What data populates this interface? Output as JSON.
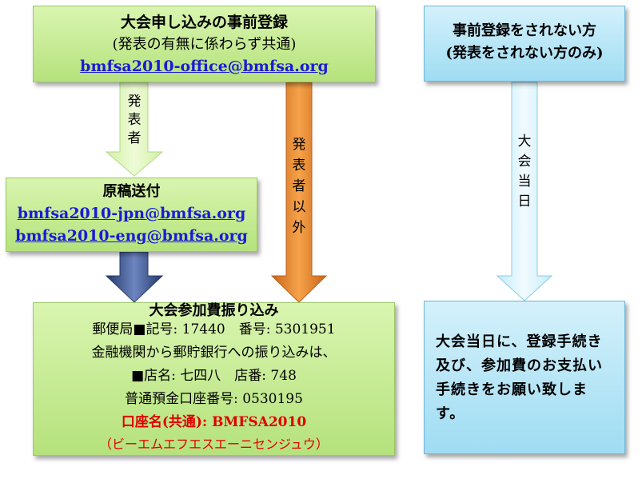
{
  "registration": {
    "title": "大会申し込みの事前登録",
    "subtitle": "(発表の有無に係わらず共通)",
    "email": "bmfsa2010-office@bmfsa.org"
  },
  "manuscript": {
    "title": "原稿送付",
    "email_jpn": "bmfsa2010-jpn@bmfsa.org",
    "email_eng": "bmfsa2010-eng@bmfsa.org"
  },
  "fee": {
    "title": "大会参加費振り込み",
    "line1": "郵便局■記号: 17440　番号: 5301951",
    "line2": "金融機関から郵貯銀行への振り込みは、",
    "line3": "■店名: 七四八　店番: 748",
    "line4": "普通預金口座番号: 0530195",
    "line5": "口座名(共通): BMFSA2010",
    "line6": "（ビーエムエフエスエーニセンジュウ）"
  },
  "no_preregistration": {
    "title": "事前登録をされない方",
    "subtitle": "(発表をされない方のみ)"
  },
  "onsite": {
    "text": "大会当日に、登録手続き及び、参加費のお支払い手続きをお願い致します。"
  },
  "arrows": {
    "presenter": [
      "発",
      "表",
      "者"
    ],
    "non_presenter": [
      "発",
      "表",
      "者",
      "以",
      "外"
    ],
    "day_of": [
      "大",
      "会",
      "当",
      "日"
    ]
  },
  "colors": {
    "green_box": "#c8ec96",
    "blue_box": "#b8e6f7",
    "link": "#1a1ad8",
    "account_text": "#e00000",
    "arrow_orange": "#e8861f",
    "arrow_navy": "#3b548f"
  }
}
